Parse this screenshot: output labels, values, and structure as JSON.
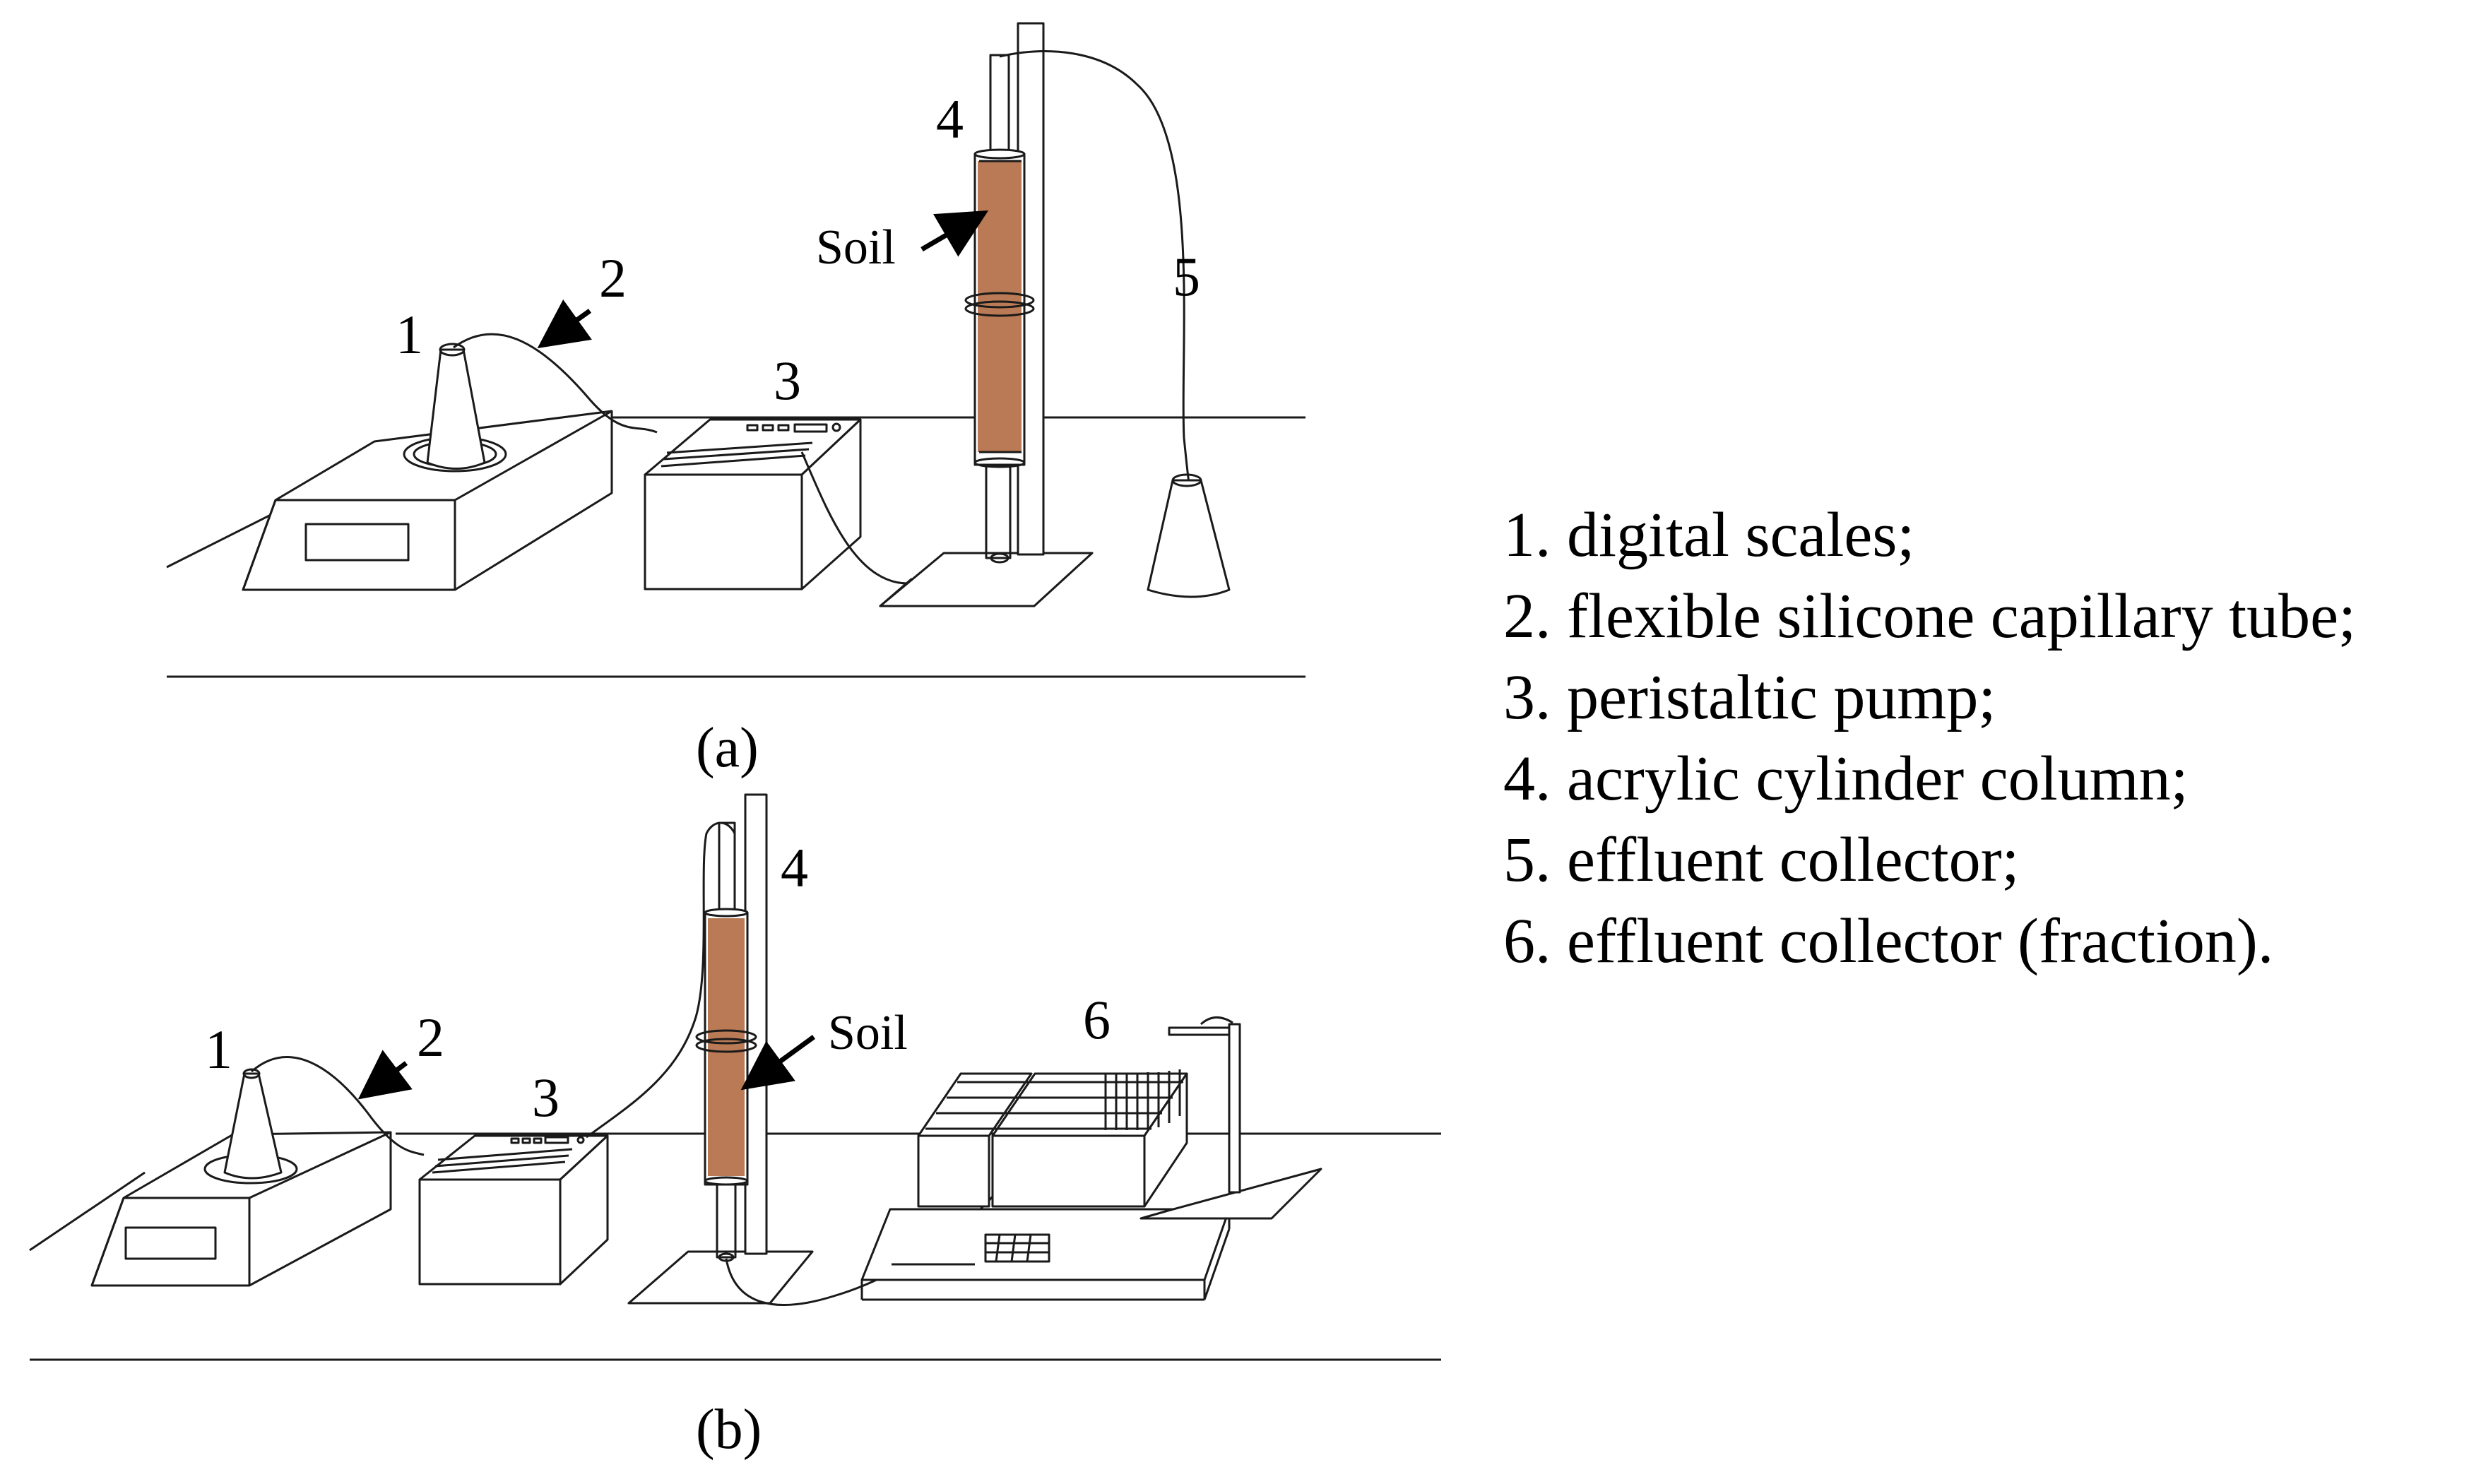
{
  "panels": {
    "a": {
      "caption": "(a)",
      "labels": {
        "n1": "1",
        "n2": "2",
        "n3": "3",
        "n4": "4",
        "n5": "5",
        "soil": "Soil"
      }
    },
    "b": {
      "caption": "(b)",
      "labels": {
        "n1": "1",
        "n2": "2",
        "n3": "3",
        "n4": "4",
        "n6": "6",
        "soil": "Soil"
      }
    }
  },
  "legend": [
    "1. digital scales;",
    "2. flexible silicone capillary tube;",
    "3. peristaltic pump;",
    "4. acrylic cylinder column;",
    "5. effluent collector;",
    "6. effluent collector (fraction)."
  ],
  "colors": {
    "soil": "#b97a55",
    "line": "#1a1a1a",
    "background": "#ffffff"
  }
}
